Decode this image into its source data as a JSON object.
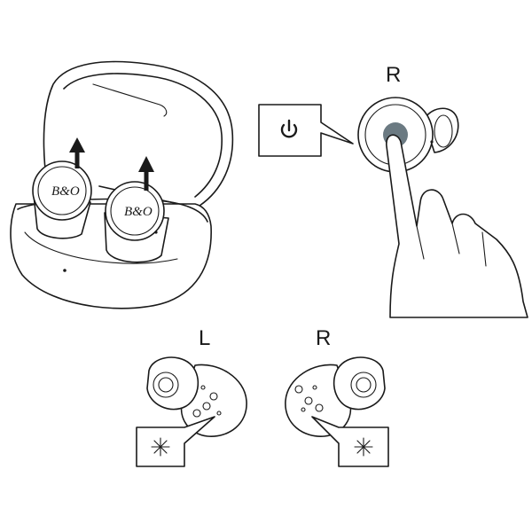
{
  "labels": {
    "top_right_ear": "R",
    "bottom_left_ear": "L",
    "bottom_right_ear": "R"
  },
  "icons": {
    "power": "power-icon",
    "led_left": "led-light-icon",
    "led_right": "led-light-icon",
    "arrows": "up-arrow-icon"
  },
  "logo_text": "B&O",
  "colors": {
    "line": "#1a1a1a",
    "touch_area": "#6b7a82",
    "background": "#ffffff"
  }
}
